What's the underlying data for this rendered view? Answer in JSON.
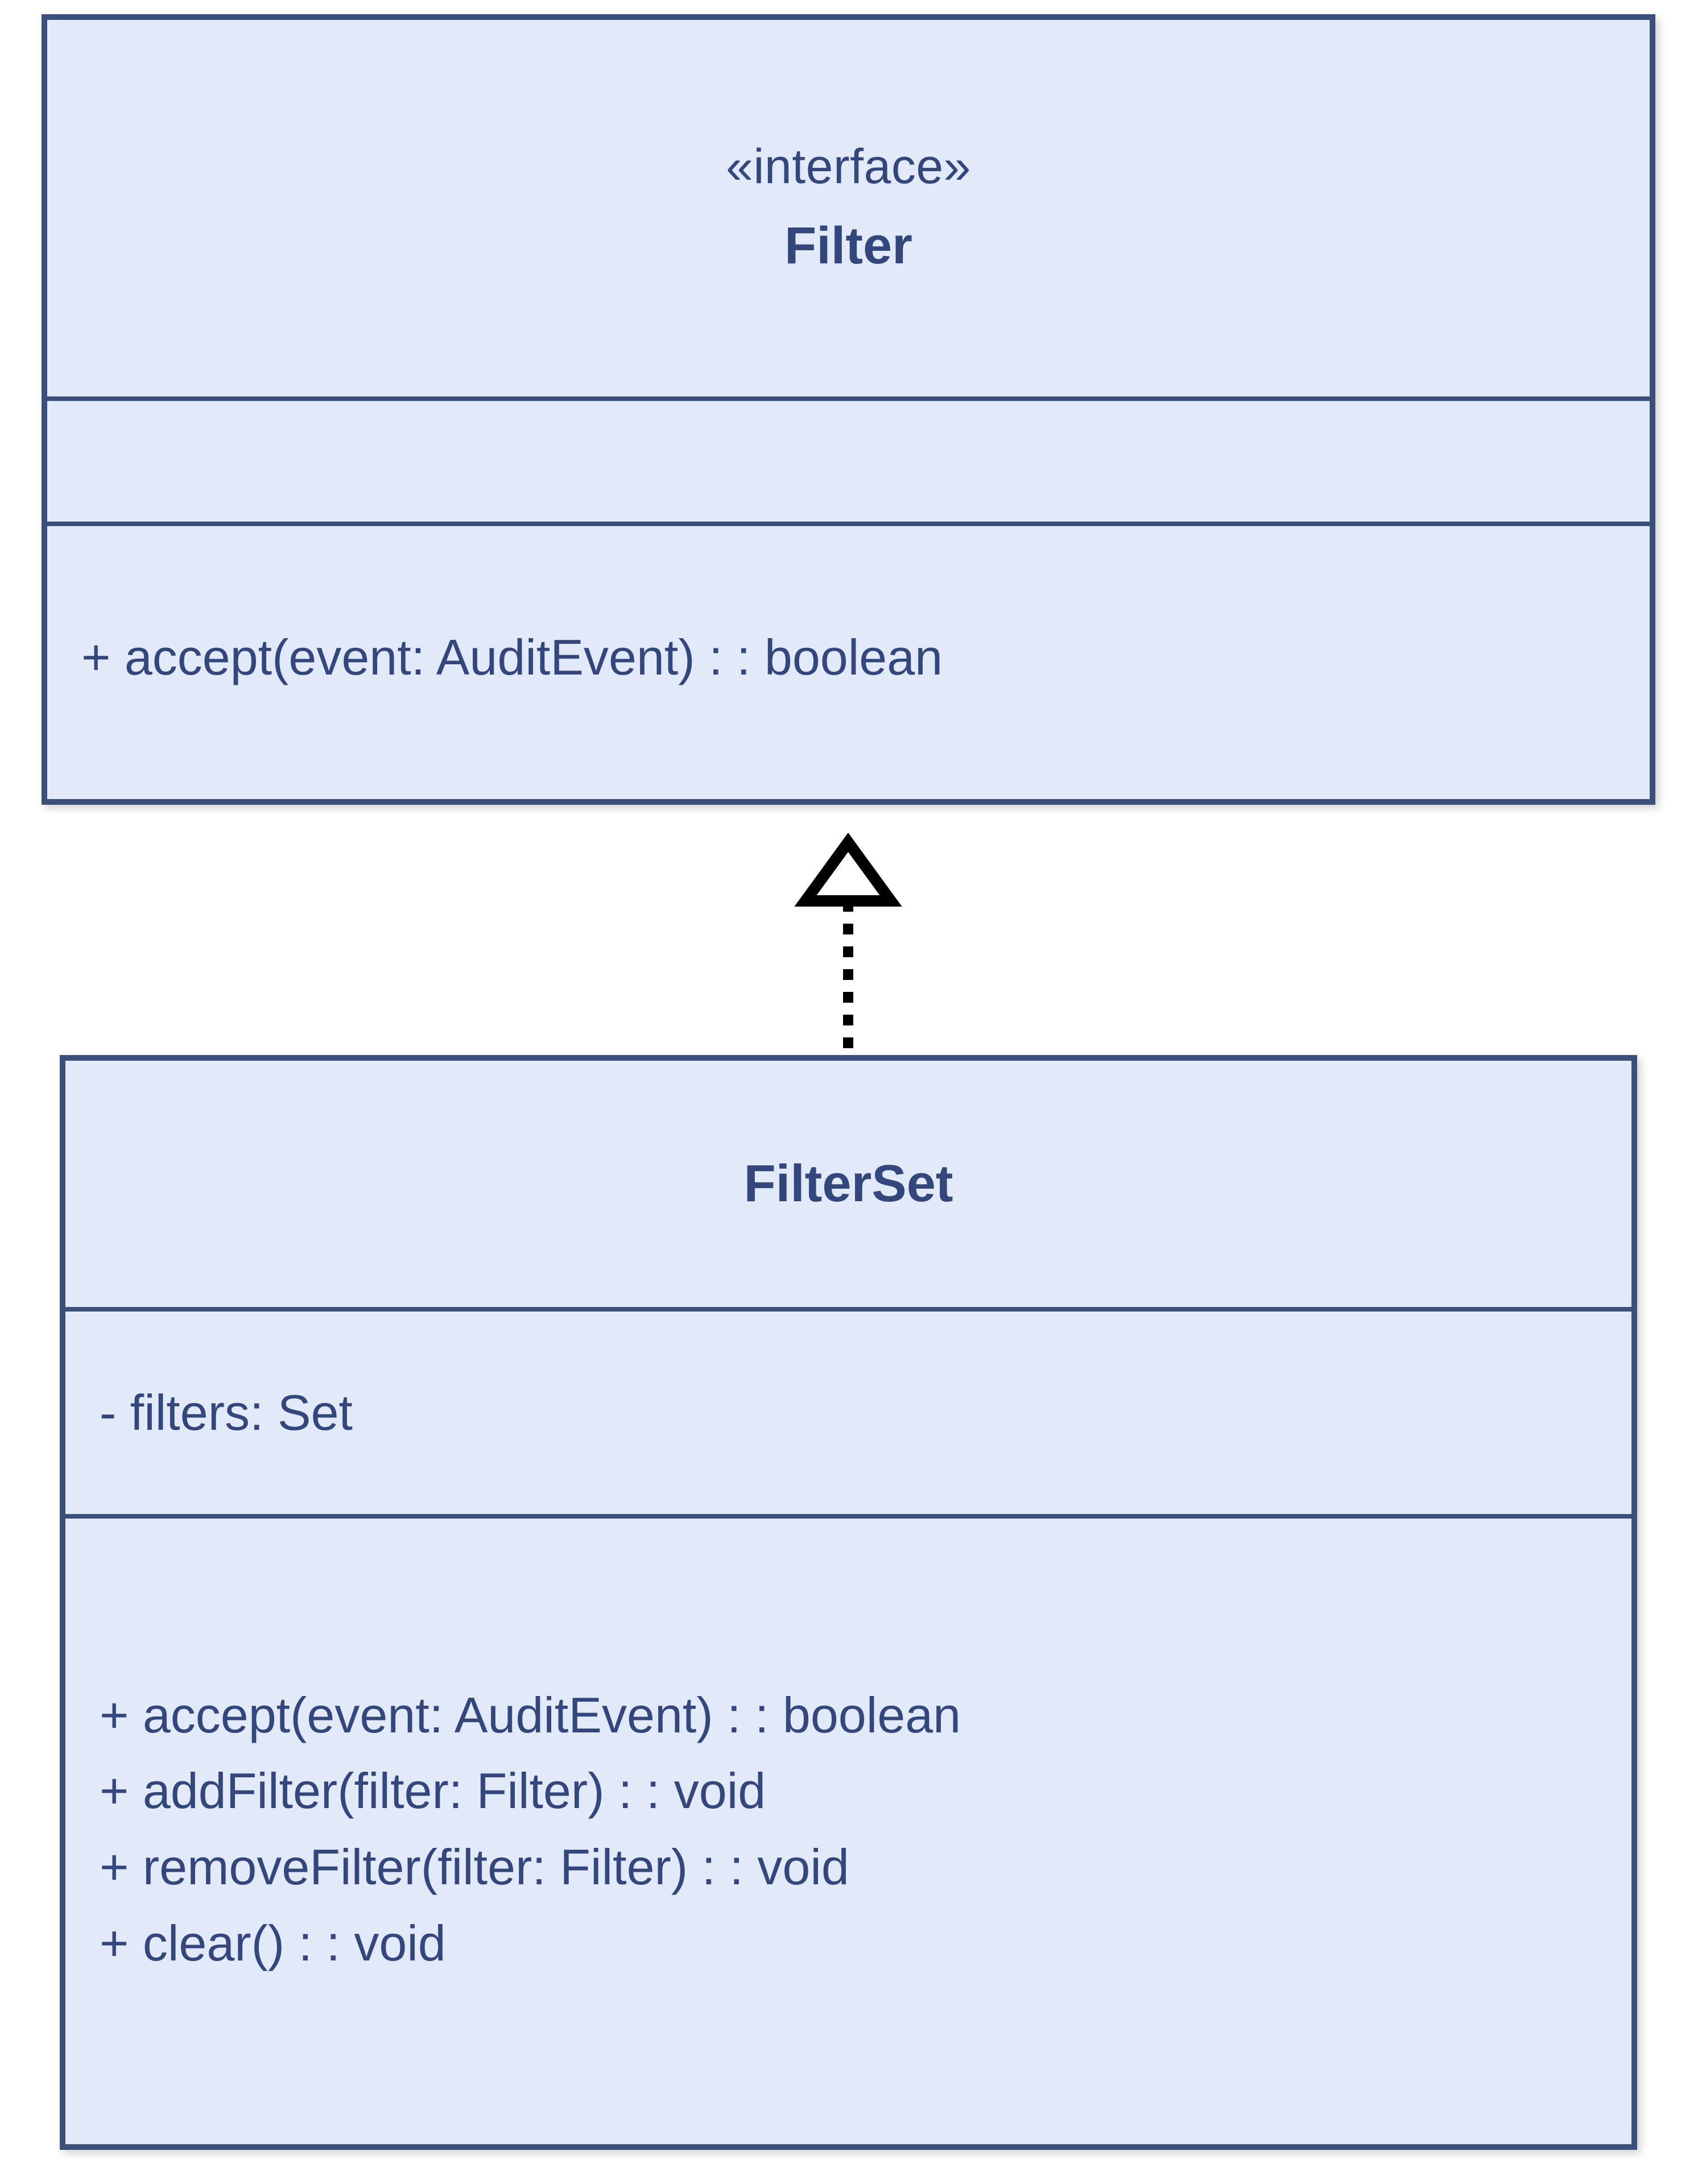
{
  "diagram": {
    "type": "uml-class-diagram",
    "background_color": "#ffffff",
    "box_fill_color": "#e2eafa",
    "box_border_color": "#3a4f7a",
    "text_color": "#33477d",
    "connector_color": "#000000"
  },
  "classes": [
    {
      "id": "filter",
      "stereotype": "«interface»",
      "name": "Filter",
      "attributes": [],
      "methods": [
        "+ accept(event: AuditEvent) : : boolean"
      ]
    },
    {
      "id": "filterset",
      "stereotype": "",
      "name": "FilterSet",
      "attributes": [
        "- filters: Set"
      ],
      "methods": [
        "+ accept(event: AuditEvent) : : boolean",
        "+ addFilter(filter: Filter) : : void",
        "+ removeFilter(filter: Filter) : : void",
        "+ clear() : : void"
      ]
    }
  ],
  "relationships": [
    {
      "id": "filterset-realizes-filter",
      "kind": "realization",
      "source": "FilterSet",
      "target": "Filter",
      "line_style": "dashed",
      "arrowhead": "hollow-triangle",
      "label": ""
    }
  ]
}
